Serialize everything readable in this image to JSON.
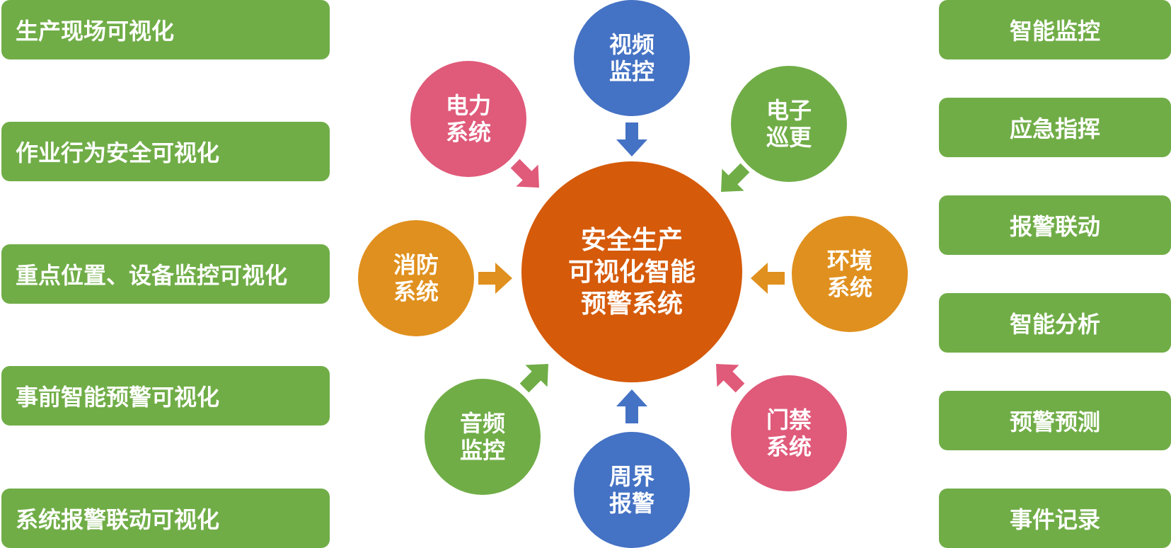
{
  "colors": {
    "green": "#70ad47",
    "blue": "#4472c4",
    "pink": "#e05a7a",
    "orange": "#e0901e",
    "center": "#d55a0a"
  },
  "left_items": [
    "生产现场可视化",
    "作业行为安全可视化",
    "重点位置、设备监控可视化",
    "事前智能预警可视化",
    "系统报警联动可视化"
  ],
  "right_items": [
    "智能监控",
    "应急指挥",
    "报警联动",
    "智能分析",
    "预警预测",
    "事件记录"
  ],
  "center": {
    "label": "安全生产\n可视化智能\n预警系统"
  },
  "nodes": {
    "video": {
      "label": "视频\n监控",
      "color": "blue"
    },
    "power": {
      "label": "电力\n系统",
      "color": "pink"
    },
    "patrol": {
      "label": "电子\n巡更",
      "color": "green"
    },
    "fire": {
      "label": "消防\n系统",
      "color": "orange"
    },
    "env": {
      "label": "环境\n系统",
      "color": "orange"
    },
    "audio": {
      "label": "音频\n监控",
      "color": "green"
    },
    "access": {
      "label": "门禁\n系统",
      "color": "pink"
    },
    "perimeter": {
      "label": "周界\n报警",
      "color": "blue"
    }
  }
}
